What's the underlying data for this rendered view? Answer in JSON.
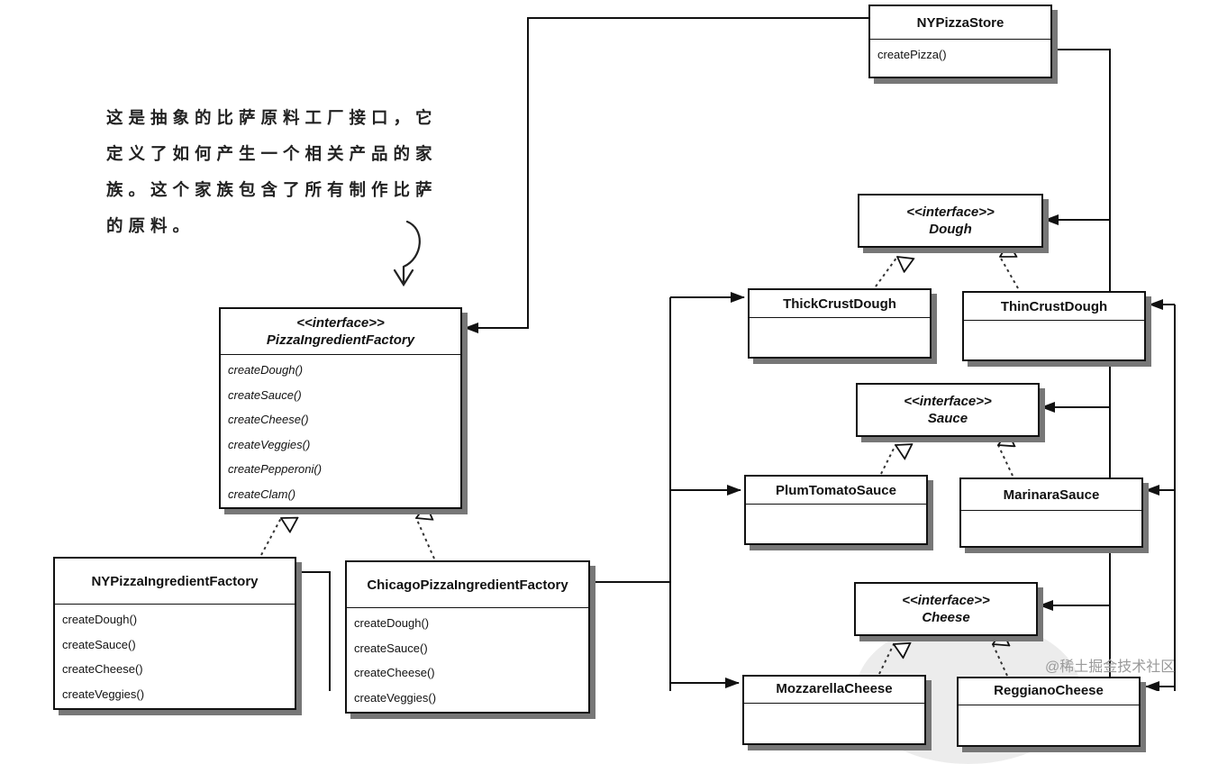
{
  "note": {
    "lines": [
      "这是抽象的比萨原料工厂接口，它",
      "定义了如何产生一个相关产品的家",
      "族。这个家族包含了所有制作比萨",
      "的原料。"
    ]
  },
  "classes": {
    "ny_pizza_store": {
      "name": "NYPizzaStore",
      "ops": [
        "createPizza()"
      ]
    },
    "pizza_ingredient_factory": {
      "stereotype": "<<interface>>",
      "name": "PizzaIngredientFactory",
      "ops": [
        "createDough()",
        "createSauce()",
        "createCheese()",
        "createVeggies()",
        "createPepperoni()",
        "createClam()"
      ]
    },
    "ny_pizza_ingredient_factory": {
      "name": "NYPizzaIngredientFactory",
      "ops": [
        "createDough()",
        "createSauce()",
        "createCheese()",
        "createVeggies()"
      ]
    },
    "chicago_pizza_ingredient_factory": {
      "name": "ChicagoPizzaIngredientFactory",
      "ops": [
        "createDough()",
        "createSauce()",
        "createCheese()",
        "createVeggies()"
      ]
    },
    "dough": {
      "stereotype": "<<interface>>",
      "name": "Dough"
    },
    "thick_crust_dough": {
      "name": "ThickCrustDough"
    },
    "thin_crust_dough": {
      "name": "ThinCrustDough"
    },
    "sauce": {
      "stereotype": "<<interface>>",
      "name": "Sauce"
    },
    "plum_tomato_sauce": {
      "name": "PlumTomatoSauce"
    },
    "marinara_sauce": {
      "name": "MarinaraSauce"
    },
    "cheese": {
      "stereotype": "<<interface>>",
      "name": "Cheese"
    },
    "mozzarella_cheese": {
      "name": "MozzarellaCheese"
    },
    "reggiano_cheese": {
      "name": "ReggianoCheese"
    }
  },
  "watermark": "@稀土掘金技术社区"
}
